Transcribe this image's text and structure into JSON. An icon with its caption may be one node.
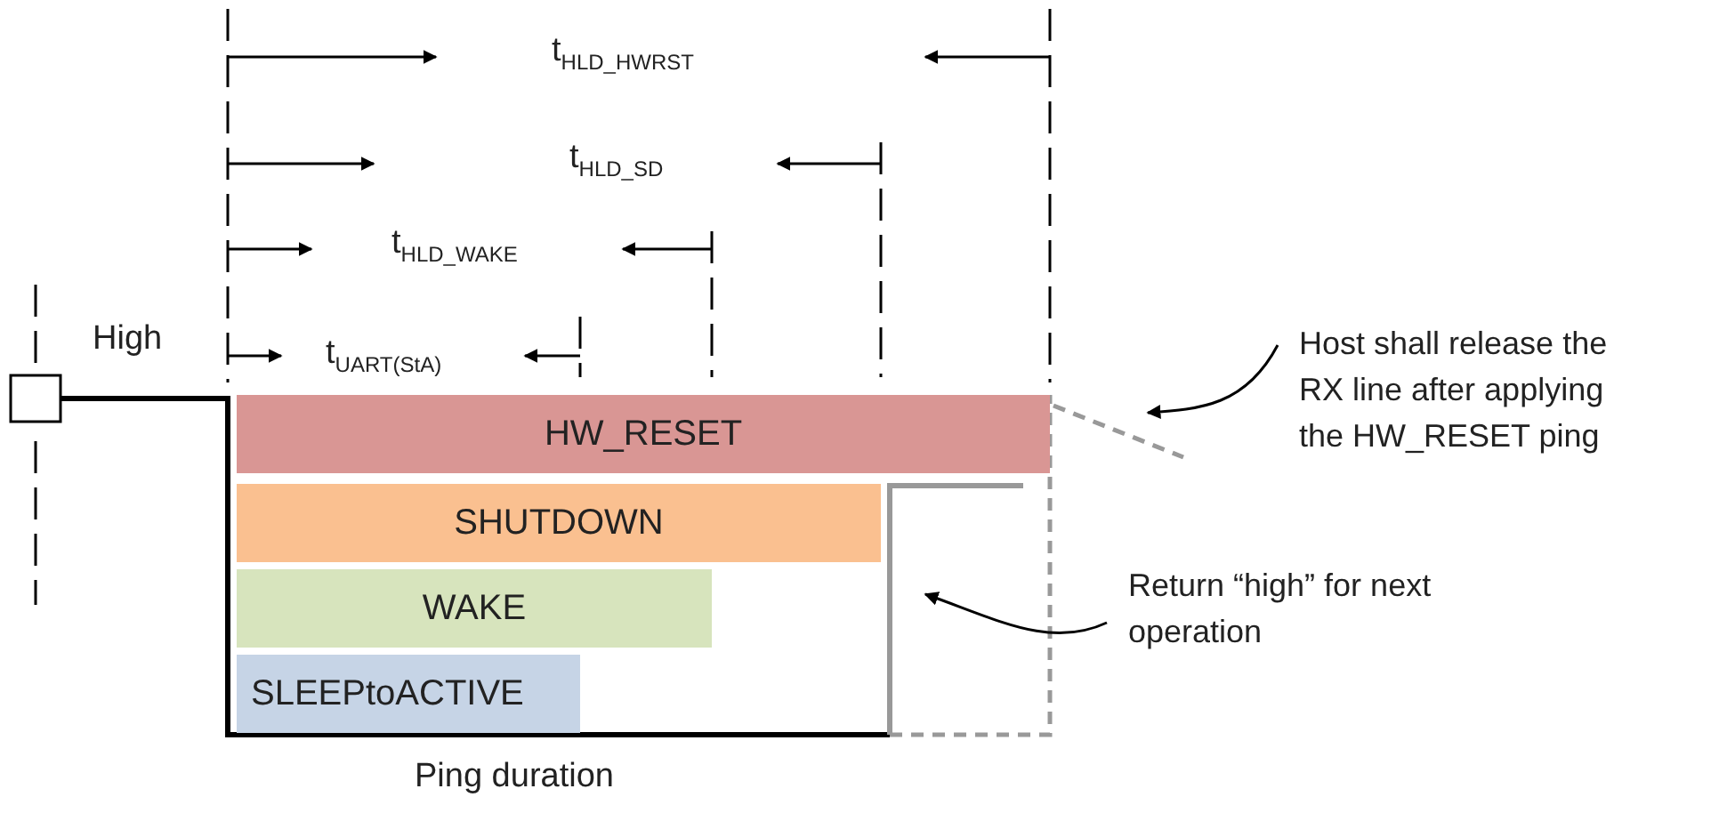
{
  "diagram": {
    "nodes": [
      {
        "text": [
          "HW_RESET"
        ]
      },
      {
        "text": [
          "SHUTDOWN"
        ]
      },
      {
        "text": [
          "WAKE"
        ]
      },
      {
        "text": [
          "SLEEPtoACTIVE"
        ]
      },
      {
        "text": [
          "Host shall release the RX line after applying the HW_RESET ping"
        ]
      },
      {
        "text": [
          "Return “high” for next operation"
        ]
      }
    ],
    "edges": [
      {
        "from": 4,
        "to": null,
        "arrow": "to"
      },
      {
        "from": 5,
        "to": null,
        "arrow": "to"
      }
    ],
    "labels": [
      "t$_{HLD_HWRST}$",
      "t$_{HLD_SD}$",
      "t$_{HLD_WAKE}$",
      "High",
      "t$_{UART(StA)}$",
      "Ping duration"
    ]
  }
}
